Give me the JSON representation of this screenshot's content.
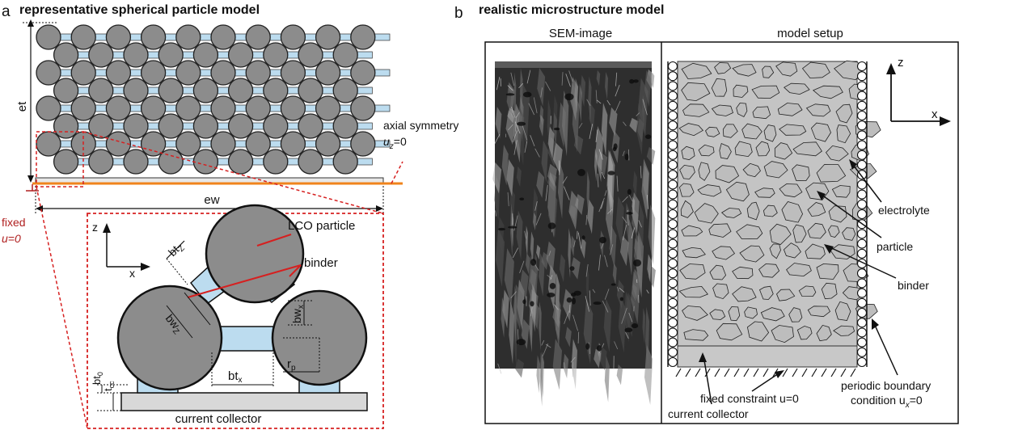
{
  "panel_a": {
    "letter": "a",
    "title": "representative spherical particle model",
    "labels": {
      "et": "et",
      "axial_symmetry": "axial symmetry",
      "uz_base": "u",
      "uz_sub": "z",
      "uz_eq": "=0",
      "ew": "ew",
      "fixed": "fixed",
      "u0": "u=0",
      "axis_z": "z",
      "axis_x": "x",
      "lco_particle": "LCO particle",
      "binder": "binder",
      "btz": "bt",
      "btz_sub": "Z",
      "bwz": "bw",
      "bwz_sub": "Z",
      "bwx": "bw",
      "bwx_sub": "x",
      "btx": "bt",
      "btx_sub": "x",
      "rp": "r",
      "rp_sub": "p",
      "bt0": "bt",
      "bt0_sub": "0",
      "tcc": "t",
      "tcc_sub": "cc",
      "current_collector": "current collector"
    }
  },
  "panel_b": {
    "letter": "b",
    "title": "realistic microstructure model",
    "col_sem": "SEM-image",
    "col_model": "model setup",
    "axis_z": "z",
    "axis_x": "x",
    "electrolyte": "electrolyte",
    "particle": "particle",
    "binder": "binder",
    "fixed_constraint": "fixed constraint u=0",
    "current_collector": "current collector",
    "periodic_1": "periodic boundary",
    "periodic_2_base": "condition u",
    "periodic_2_sub": "x",
    "periodic_2_eq": "=0"
  },
  "colors": {
    "particle": "#8c8c8c",
    "binder": "#bcdcef",
    "model_particle": "#c4c4c4",
    "sem_dark": "#3a3a3a",
    "red": "#d62020",
    "orange": "#f0841c",
    "collector": "#d8d8d8"
  }
}
